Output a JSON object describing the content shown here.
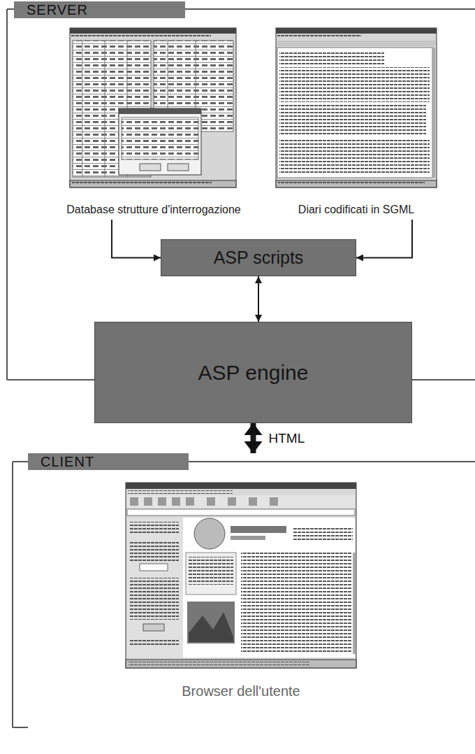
{
  "diagram": {
    "nodes": [
      {
        "text": [
          "SERVER"
        ]
      },
      {
        "text": [
          "Database strutture d'interrogazione"
        ],
        "in": 0
      },
      {
        "text": [
          "Diari codificati in SGML"
        ],
        "in": 0
      },
      {
        "text": [
          "ASP scripts"
        ],
        "in": 0
      },
      {
        "text": [
          "ASP engine"
        ],
        "in": 0
      },
      {
        "text": [
          "CLIENT"
        ]
      },
      {
        "text": [
          "Browser dell'utente"
        ],
        "in": 5
      }
    ],
    "edges": [
      {
        "from": 1,
        "to": 3,
        "arrow": "to"
      },
      {
        "from": 2,
        "to": 3,
        "arrow": "to"
      },
      {
        "from": 3,
        "to": 4,
        "arrow": "both"
      },
      {
        "from": 4,
        "to": 5,
        "label": "HTML",
        "arrow": "both"
      }
    ]
  }
}
